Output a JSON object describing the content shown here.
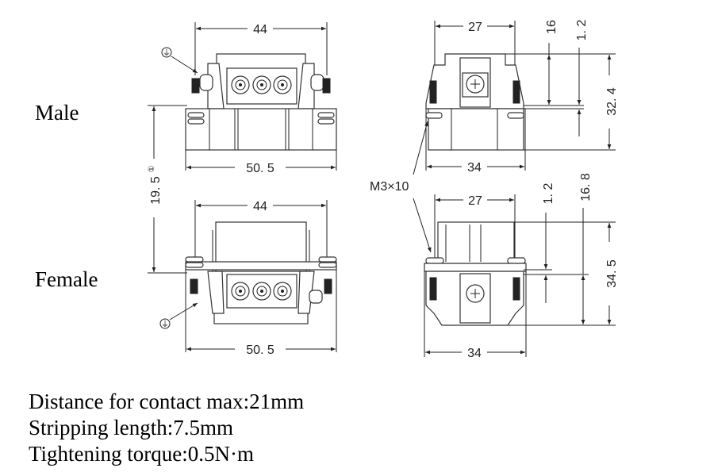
{
  "labels": {
    "male": "Male",
    "female": "Female"
  },
  "dimensions": {
    "male_front": {
      "top_width": "44",
      "bottom_width": "50. 5"
    },
    "female_front": {
      "top_width": "44",
      "bottom_width": "50. 5"
    },
    "height_between": {
      "value": "19. 5",
      "note_mark": "①"
    },
    "male_side": {
      "top_width": "27",
      "bottom_width": "34",
      "dim_16": "16",
      "dim_1_2": "1. 2",
      "total_height": "32. 4"
    },
    "female_side": {
      "top_width": "27",
      "bottom_width": "34",
      "dim_1_2": "1. 2",
      "dim_16_8": "16. 8",
      "total_height": "34. 5"
    },
    "screw_callout": "M3×10",
    "ground_symbol": "⏚"
  },
  "notes": [
    "Distance for contact max:21mm",
    "Stripping length:7.5mm",
    "Tightening torque:0.5N·m"
  ]
}
